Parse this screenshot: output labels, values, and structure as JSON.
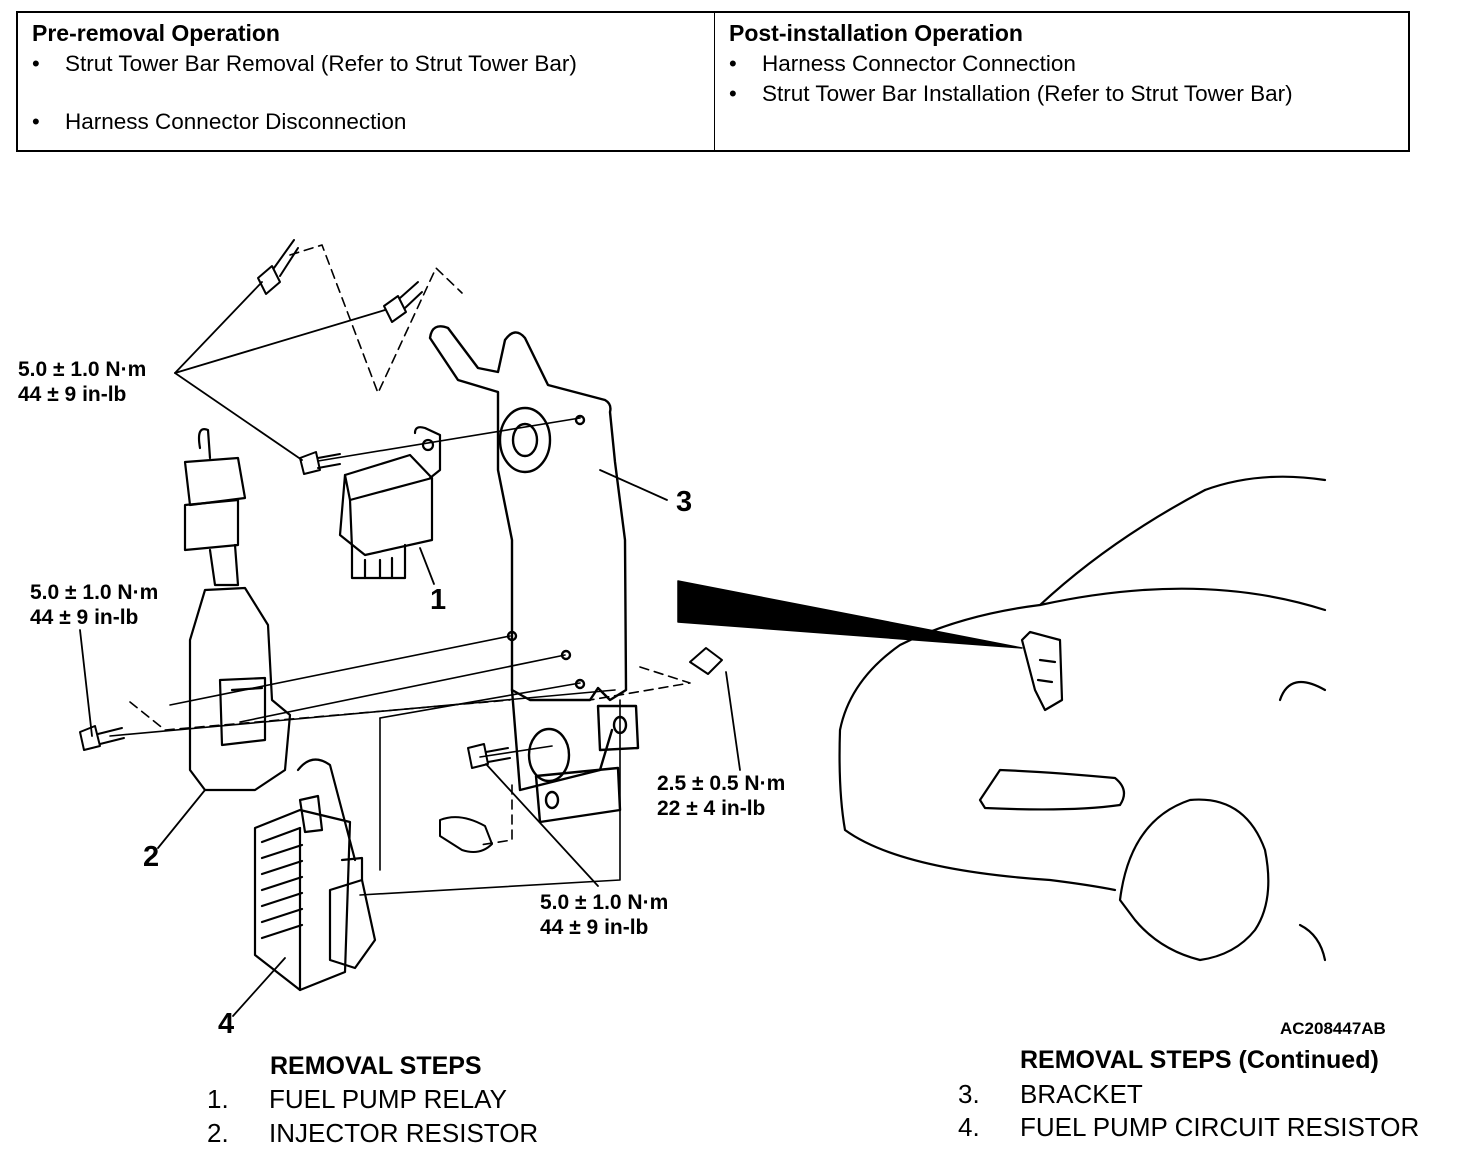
{
  "pre_removal": {
    "heading": "Pre-removal Operation",
    "items": [
      "Strut Tower Bar Removal (Refer to Strut  Tower Bar)",
      "Harness Connector Disconnection"
    ]
  },
  "post_installation": {
    "heading": "Post-installation Operation",
    "items": [
      "Harness Connector Connection",
      "Strut Tower Bar Installation (Refer to Strut Tower Bar)"
    ]
  },
  "bullet_symbol": "•",
  "torque_specs": {
    "bracket_bolts": {
      "metric": "5.0 ± 1.0 N·m",
      "imperial": "44 ± 9 in-lb"
    },
    "injector_resistor_bolt": {
      "metric": "5.0 ± 1.0 N·m",
      "imperial": "44 ± 9 in-lb"
    },
    "side_bolt": {
      "metric": "2.5 ± 0.5 N·m",
      "imperial": "22 ± 4 in-lb"
    },
    "lower_bolt": {
      "metric": "5.0 ± 1.0 N·m",
      "imperial": "44 ± 9 in-lb"
    }
  },
  "callouts": [
    "1",
    "2",
    "3",
    "4"
  ],
  "figure_code": "AC208447AB",
  "removal_steps": {
    "heading": "REMOVAL STEPS",
    "items": [
      {
        "num": "1.",
        "label": "FUEL PUMP RELAY"
      },
      {
        "num": "2.",
        "label": "INJECTOR RESISTOR"
      }
    ]
  },
  "removal_steps_continued": {
    "heading": "REMOVAL STEPS (Continued)",
    "items": [
      {
        "num": "3.",
        "label": "BRACKET"
      },
      {
        "num": "4.",
        "label": "FUEL PUMP CIRCUIT RESISTOR"
      }
    ]
  }
}
